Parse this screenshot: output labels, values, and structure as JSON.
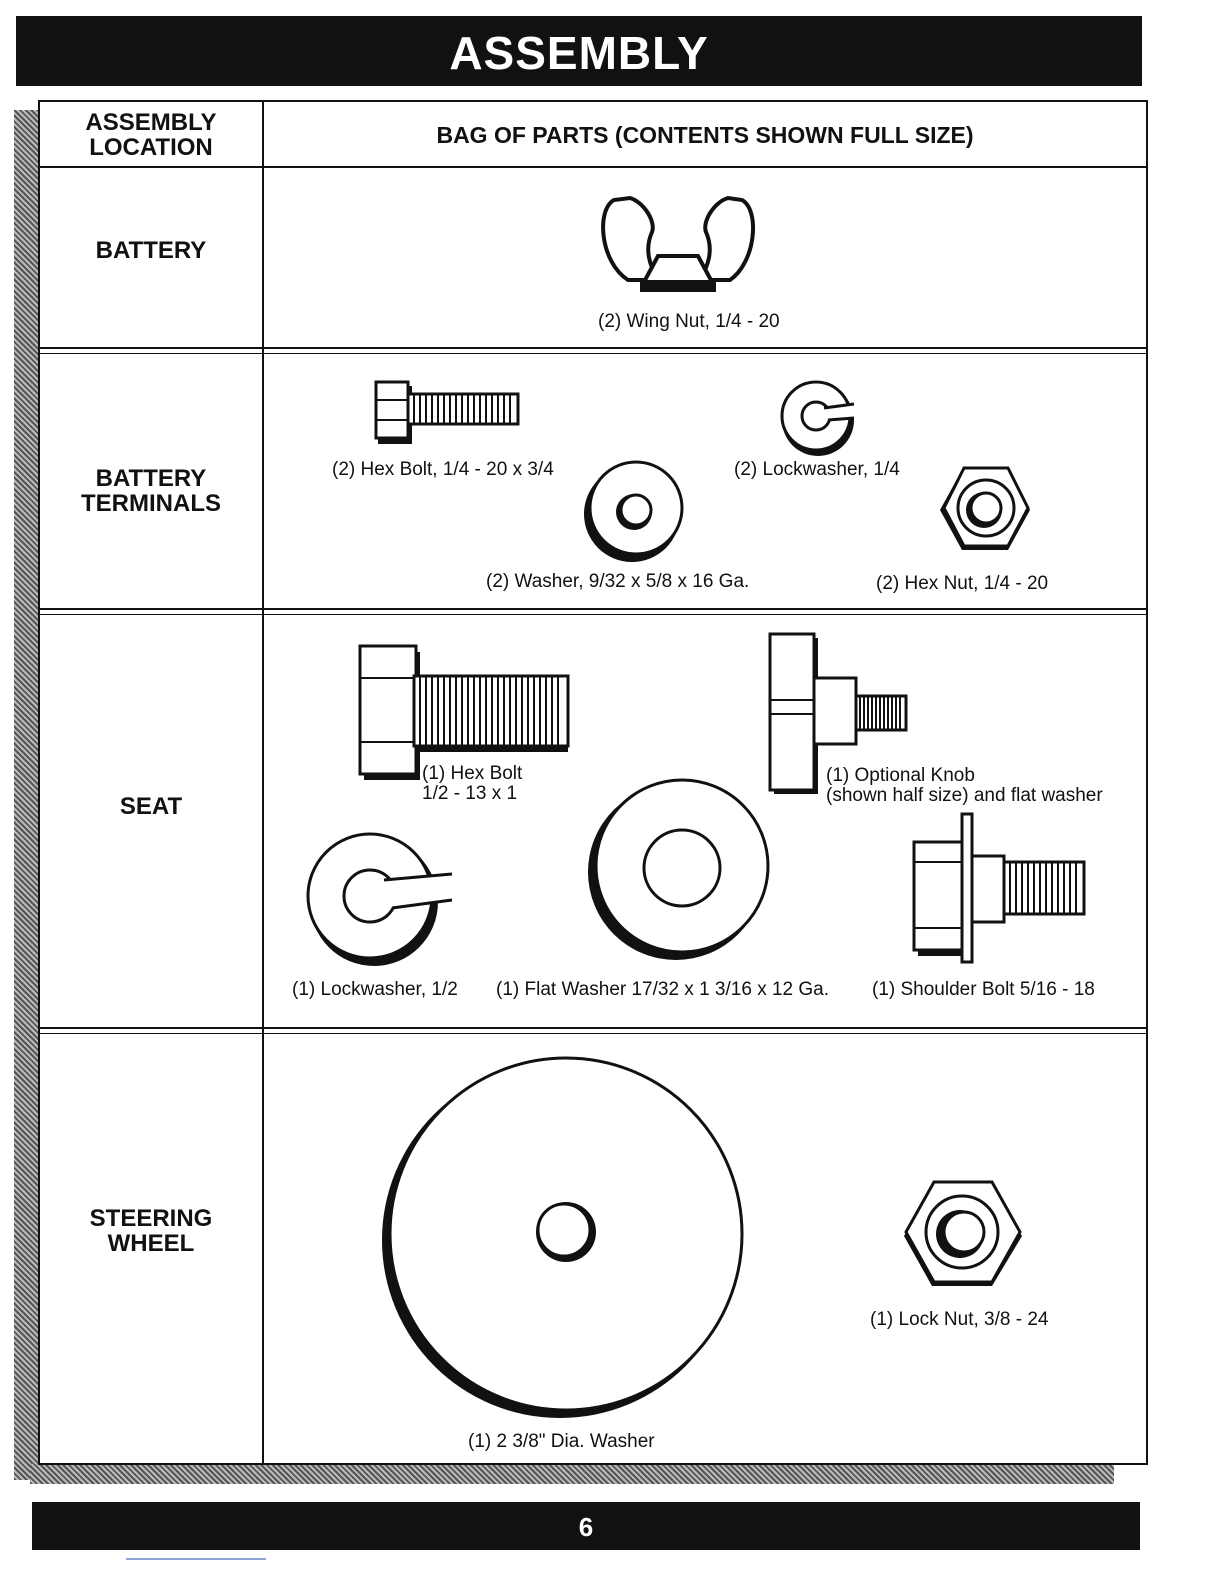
{
  "page": {
    "title": "ASSEMBLY",
    "page_number": "6"
  },
  "table": {
    "col_location_header": "ASSEMBLY LOCATION",
    "col_parts_header": "BAG OF PARTS  (CONTENTS  SHOWN FULL SIZE)",
    "rows": [
      {
        "location": "BATTERY",
        "parts": [
          "(2) Wing Nut, 1/4 - 20"
        ]
      },
      {
        "location": "BATTERY TERMINALS",
        "parts": [
          "(2) Hex Bolt, 1/4 - 20 x 3/4",
          "(2) Lockwasher, 1/4",
          "(2) Washer, 9/32 x 5/8 x 16 Ga.",
          "(2) Hex Nut, 1/4 - 20"
        ]
      },
      {
        "location": "SEAT",
        "parts": [
          "(1) Hex Bolt 1/2 - 13 x 1",
          "(1) Optional Knob (shown half size) and flat washer",
          "(1) Lockwasher, 1/2",
          "(1) Flat Washer 17/32 x 1 3/16 x 12 Ga.",
          "(1) Shoulder Bolt 5/16 - 18"
        ]
      },
      {
        "location": "STEERING WHEEL",
        "parts": [
          "(1) 2 3/8\" Dia. Washer",
          "(1) Lock Nut, 3/8 - 24"
        ]
      }
    ]
  },
  "labels": {
    "loc_header_1": "ASSEMBLY",
    "loc_header_2": "LOCATION",
    "battery": "BATTERY",
    "battery_terminals_1": "BATTERY",
    "battery_terminals_2": "TERMINALS",
    "seat": "SEAT",
    "steering_1": "STEERING",
    "steering_2": "WHEEL",
    "wing_nut": "(2) Wing Nut, 1/4 - 20",
    "hex_bolt_small": "(2) Hex Bolt, 1/4 - 20 x 3/4",
    "lockwasher_small": "(2) Lockwasher, 1/4",
    "washer_small": "(2) Washer, 9/32 x 5/8 x 16 Ga.",
    "hex_nut_small": "(2) Hex Nut, 1/4 - 20",
    "hex_bolt_large_1": "(1) Hex Bolt",
    "hex_bolt_large_2": "1/2 - 13 x 1",
    "knob_1": "(1) Optional Knob",
    "knob_2": "(shown half size) and flat washer",
    "lockwasher_large": "(1) Lockwasher, 1/2",
    "flat_washer": "(1) Flat Washer 17/32 x 1 3/16 x 12 Ga.",
    "shoulder_bolt": "(1) Shoulder Bolt 5/16 - 18",
    "dia_washer": "(1) 2 3/8\" Dia. Washer",
    "lock_nut": "(1) Lock Nut, 3/8 - 24"
  }
}
